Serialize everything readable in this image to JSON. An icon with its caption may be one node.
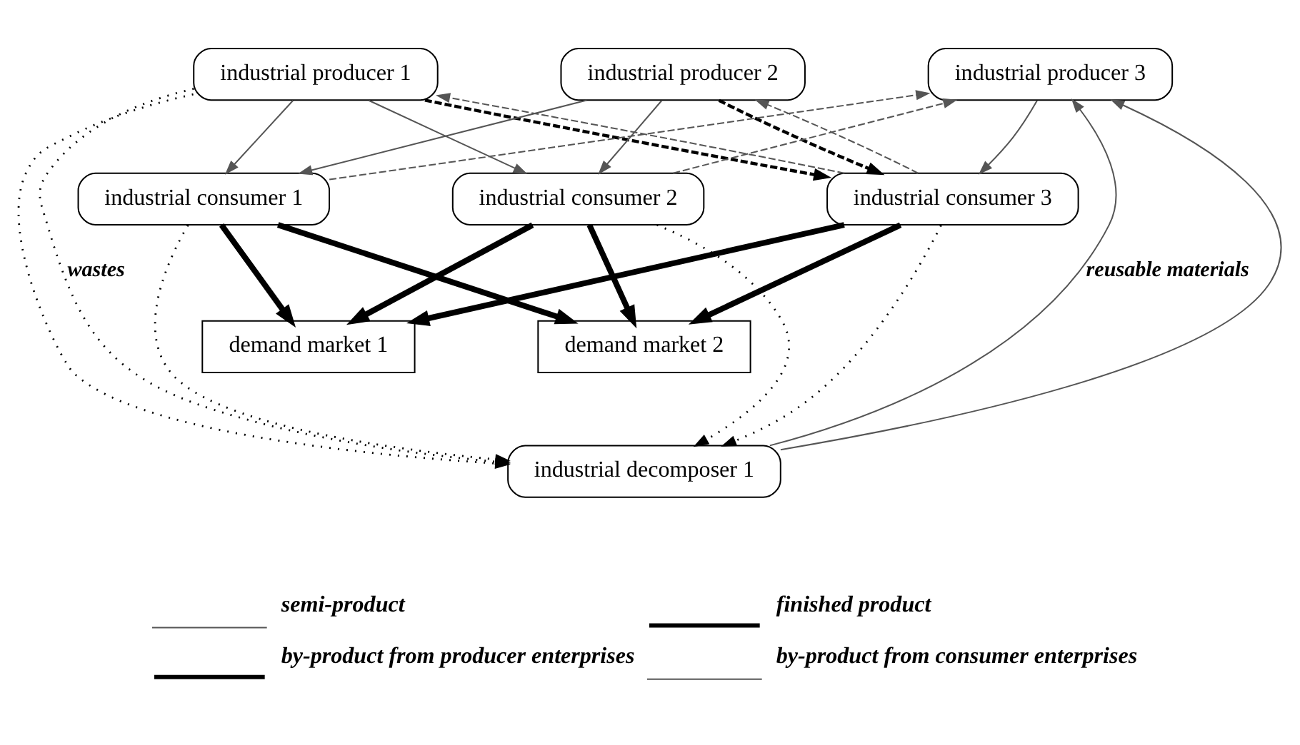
{
  "diagram": {
    "nodes": [
      {
        "text": [
          "industrial producer 1"
        ]
      },
      {
        "text": [
          "industrial producer 2"
        ]
      },
      {
        "text": [
          "industrial producer 3"
        ]
      },
      {
        "text": [
          "industrial consumer 1"
        ]
      },
      {
        "text": [
          "industrial consumer 2"
        ]
      },
      {
        "text": [
          "industrial consumer 3"
        ]
      },
      {
        "text": [
          "demand market 1"
        ]
      },
      {
        "text": [
          "demand market 2"
        ]
      },
      {
        "text": [
          "industrial decomposer 1"
        ]
      }
    ],
    "edges": [
      {
        "from": 0,
        "to": 3,
        "arrow": "to",
        "color": "#555555"
      },
      {
        "from": 0,
        "to": 4,
        "arrow": "to",
        "color": "#555555"
      },
      {
        "from": 1,
        "to": 3,
        "arrow": "to",
        "color": "#555555"
      },
      {
        "from": 1,
        "to": 4,
        "arrow": "to",
        "color": "#555555"
      },
      {
        "from": 2,
        "to": 5,
        "arrow": "to",
        "color": "#555555"
      },
      {
        "from": 0,
        "to": 5,
        "arrow": "to",
        "style": "dashed"
      },
      {
        "from": 1,
        "to": 5,
        "arrow": "to",
        "style": "dashed"
      },
      {
        "from": 5,
        "to": 0,
        "arrow": "to",
        "style": "dashed",
        "color": "#555555"
      },
      {
        "from": 5,
        "to": 1,
        "arrow": "to",
        "style": "dashed",
        "color": "#555555"
      },
      {
        "from": 3,
        "to": 2,
        "arrow": "to",
        "style": "dashed",
        "color": "#555555"
      },
      {
        "from": 4,
        "to": 2,
        "arrow": "to",
        "style": "dashed",
        "color": "#555555"
      },
      {
        "from": 3,
        "to": 6,
        "arrow": "to",
        "style": "thick"
      },
      {
        "from": 3,
        "to": 7,
        "arrow": "to",
        "style": "thick"
      },
      {
        "from": 4,
        "to": 6,
        "arrow": "to",
        "style": "thick"
      },
      {
        "from": 4,
        "to": 7,
        "arrow": "to",
        "style": "thick"
      },
      {
        "from": 5,
        "to": 6,
        "arrow": "to",
        "style": "thick"
      },
      {
        "from": 5,
        "to": 7,
        "arrow": "to",
        "style": "thick"
      },
      {
        "from": 3,
        "to": 8,
        "arrow": "to",
        "style": "dashed"
      },
      {
        "from": 4,
        "to": 8,
        "arrow": "to",
        "style": "dashed"
      },
      {
        "from": 5,
        "to": 8,
        "arrow": "to",
        "style": "dashed"
      },
      {
        "from": 0,
        "to": 8,
        "arrow": "to",
        "style": "dashed",
        "label": "wastes"
      },
      {
        "from": 0,
        "to": 8,
        "arrow": "to",
        "style": "dashed"
      },
      {
        "from": 8,
        "to": 2,
        "arrow": "to",
        "color": "#555555",
        "label": "reusable materials"
      },
      {
        "from": 8,
        "to": 2,
        "arrow": "to",
        "color": "#555555"
      }
    ],
    "legend": [
      {
        "text": "semi-product"
      },
      {
        "text": "finished product"
      },
      {
        "text": "by-product from producer enterprises"
      },
      {
        "text": "by-product from consumer enterprises"
      }
    ]
  }
}
